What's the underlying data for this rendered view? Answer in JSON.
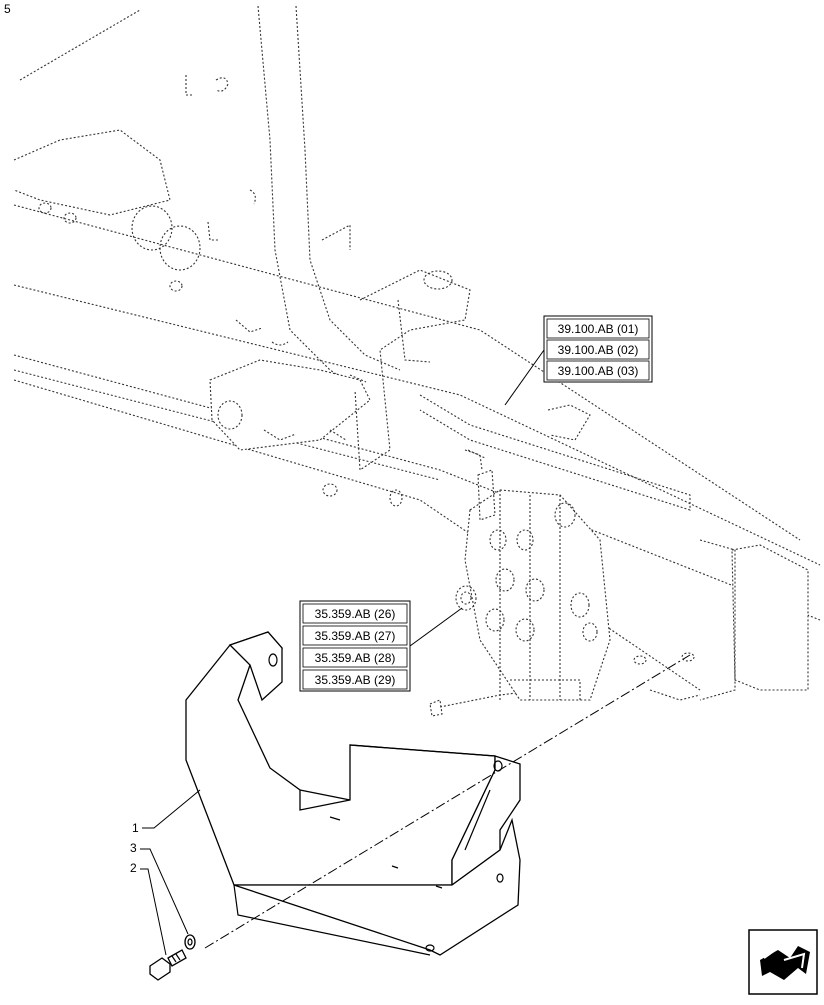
{
  "sheet_id": "5",
  "callouts": [
    {
      "number": "1"
    },
    {
      "number": "2"
    },
    {
      "number": "3"
    }
  ],
  "ref_group_a": [
    "39.100.AB (01)",
    "39.100.AB (02)",
    "39.100.AB (03)"
  ],
  "ref_group_b": [
    "35.359.AB (26)",
    "35.359.AB (27)",
    "35.359.AB (28)",
    "35.359.AB (29)"
  ],
  "nav_icon": "page-return-arrow-icon"
}
